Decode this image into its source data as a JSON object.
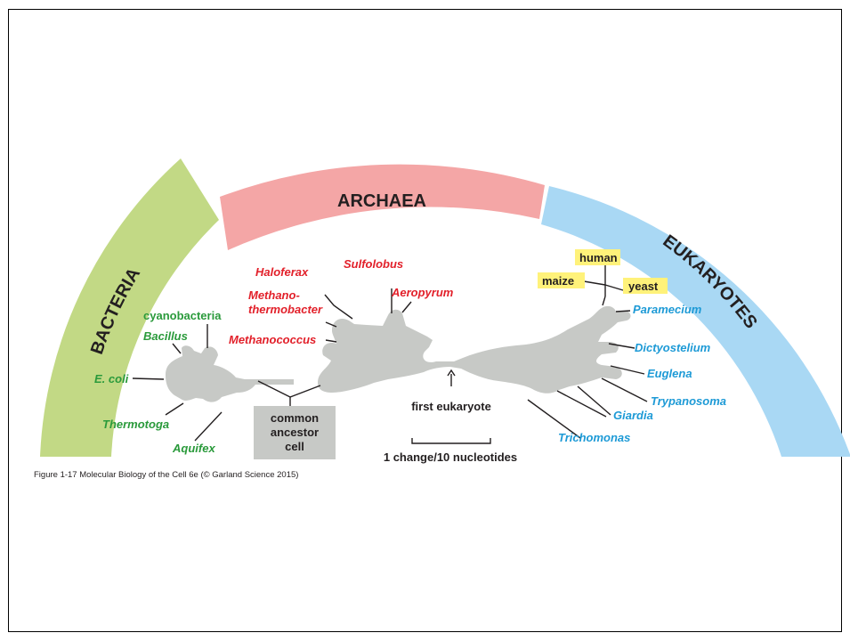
{
  "domains": {
    "bacteria": {
      "label": "BACTERIA",
      "color": "#c2d985"
    },
    "archaea": {
      "label": "ARCHAEA",
      "color": "#f4a6a6"
    },
    "eukaryotes": {
      "label": "EUKARYOTES",
      "color": "#a9d8f4"
    }
  },
  "colors": {
    "bacteria_text": "#2a9a3b",
    "archaea_text": "#e2202a",
    "eukaryote_text": "#1d9ad6",
    "tree_fill": "#c7c9c6",
    "highlight": "#fff27a"
  },
  "organisms": {
    "bacteria": {
      "cyanobacteria": "cyanobacteria",
      "bacillus": "Bacillus",
      "ecoli": "E. coli",
      "thermotoga": "Thermotoga",
      "aquifex": "Aquifex"
    },
    "archaea": {
      "haloferax": "Haloferax",
      "methano_1": "Methano-",
      "methano_2": "thermobacter",
      "methanococcus": "Methanococcus",
      "sulfolobus": "Sulfolobus",
      "aeropyrum": "Aeropyrum"
    },
    "eukaryotes": {
      "human": "human",
      "maize": "maize",
      "yeast": "yeast",
      "paramecium": "Paramecium",
      "dictyostelium": "Dictyostelium",
      "euglena": "Euglena",
      "trypanosoma": "Trypanosoma",
      "giardia": "Giardia",
      "trichomonas": "Trichomonas"
    }
  },
  "annotations": {
    "common_ancestor_1": "common",
    "common_ancestor_2": "ancestor",
    "common_ancestor_3": "cell",
    "first_eukaryote": "first eukaryote",
    "scale": "1 change/10 nucleotides"
  },
  "caption": "Figure 1-17  Molecular Biology of the Cell 6e (© Garland Science 2015)"
}
